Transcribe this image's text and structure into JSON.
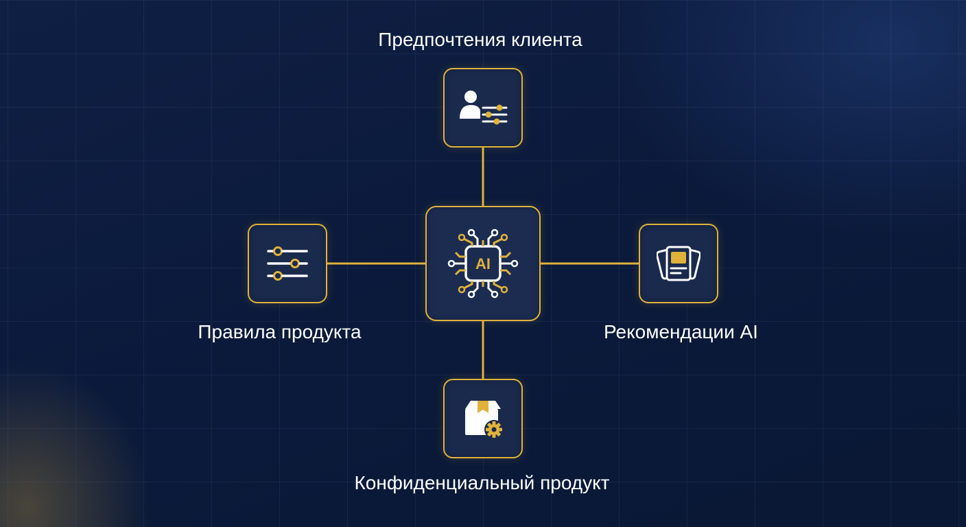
{
  "diagram": {
    "center": {
      "icon": "ai-chip-icon",
      "text": "AI"
    },
    "nodes": {
      "top": {
        "label": "Предпочтения клиента",
        "icon": "user-settings-icon"
      },
      "left": {
        "label": "Правила продукта",
        "icon": "sliders-icon"
      },
      "right": {
        "label": "Рекомендации AI",
        "icon": "stacked-cards-icon"
      },
      "bottom": {
        "label": "Конфиденциальный продукт",
        "icon": "box-gear-icon"
      }
    }
  },
  "colors": {
    "background": "#0b1a3b",
    "accent": "#e0b23c",
    "node_fill": "#1a2a4d",
    "icon_white": "#ffffff"
  }
}
